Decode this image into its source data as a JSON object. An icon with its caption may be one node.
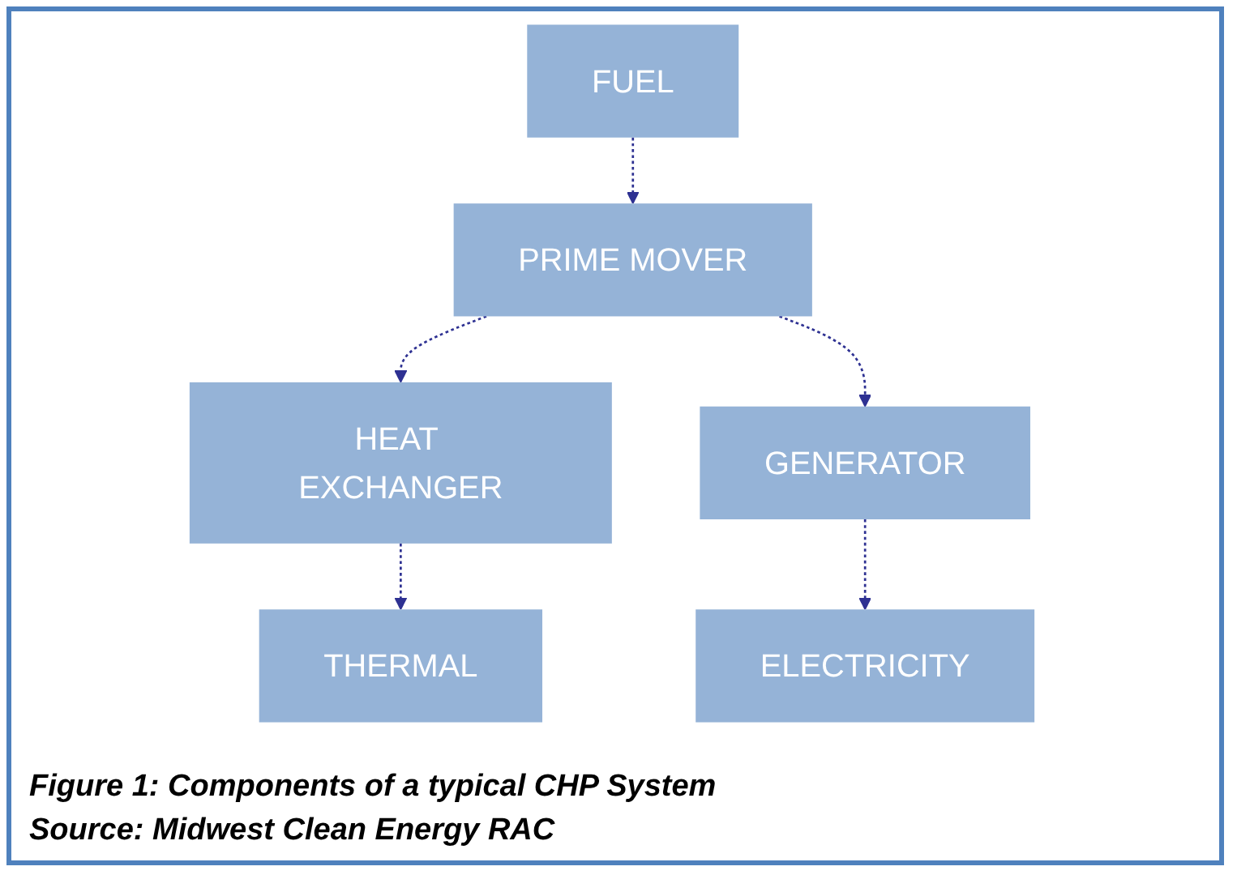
{
  "diagram": {
    "caption": "Figure 1: Components of a typical CHP System",
    "nodes": [
      {
        "text": [
          "FUEL"
        ]
      },
      {
        "text": [
          "PRIME MOVER"
        ]
      },
      {
        "text": [
          "HEAT EXCHANGER"
        ]
      },
      {
        "text": [
          "GENERATOR"
        ]
      },
      {
        "text": [
          "THERMAL"
        ]
      },
      {
        "text": [
          "ELECTRICITY"
        ]
      }
    ],
    "edges": [
      {
        "from": 0,
        "to": 1,
        "arrow": "to",
        "style": "dashed"
      },
      {
        "from": 1,
        "to": 2,
        "arrow": "to",
        "style": "dashed"
      },
      {
        "from": 1,
        "to": 3,
        "arrow": "to",
        "style": "dashed"
      },
      {
        "from": 2,
        "to": 4,
        "arrow": "to",
        "style": "dashed"
      },
      {
        "from": 3,
        "to": 5,
        "arrow": "to",
        "style": "dashed"
      }
    ],
    "labels": [
      "Source: Midwest Clean Energy RAC"
    ]
  }
}
